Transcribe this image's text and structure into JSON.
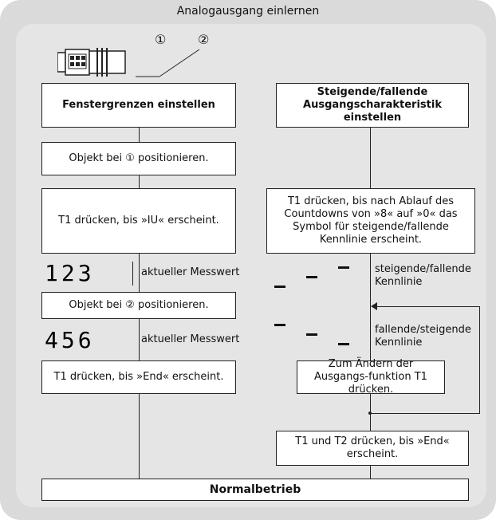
{
  "title": "Analogausgang einlernen",
  "left": {
    "header": "Fenstergrenzen einstellen",
    "step1": "Objekt bei ① positionieren.",
    "step2": "T1 drücken, bis »IU« erscheint.",
    "display1": "123",
    "display1_label": "aktueller Messwert",
    "step3": "Objekt bei ② positionieren.",
    "display2": "456",
    "display2_label": "aktueller Messwert",
    "step4": "T1 drücken, bis »End« erscheint."
  },
  "right": {
    "header": "Steigende/fallende Ausgangscharakteristik einstellen",
    "step1": "T1 drücken, bis nach Ablauf des Countdowns von »8« auf »0« das Symbol für steigende/fallende Kennlinie erscheint.",
    "rising_label": "steigende/fallende Kennlinie",
    "falling_label": "fallende/steigende Kennlinie",
    "step2": "Zum Ändern der Ausgangs-funktion T1 drücken.",
    "step3": "T1 und T2 drücken, bis »End« erscheint."
  },
  "positions": {
    "p1": "①",
    "p2": "②"
  },
  "bottom": "Normalbetrieb",
  "icons": [
    "sensor-icon",
    "position-1-icon",
    "position-2-icon"
  ]
}
